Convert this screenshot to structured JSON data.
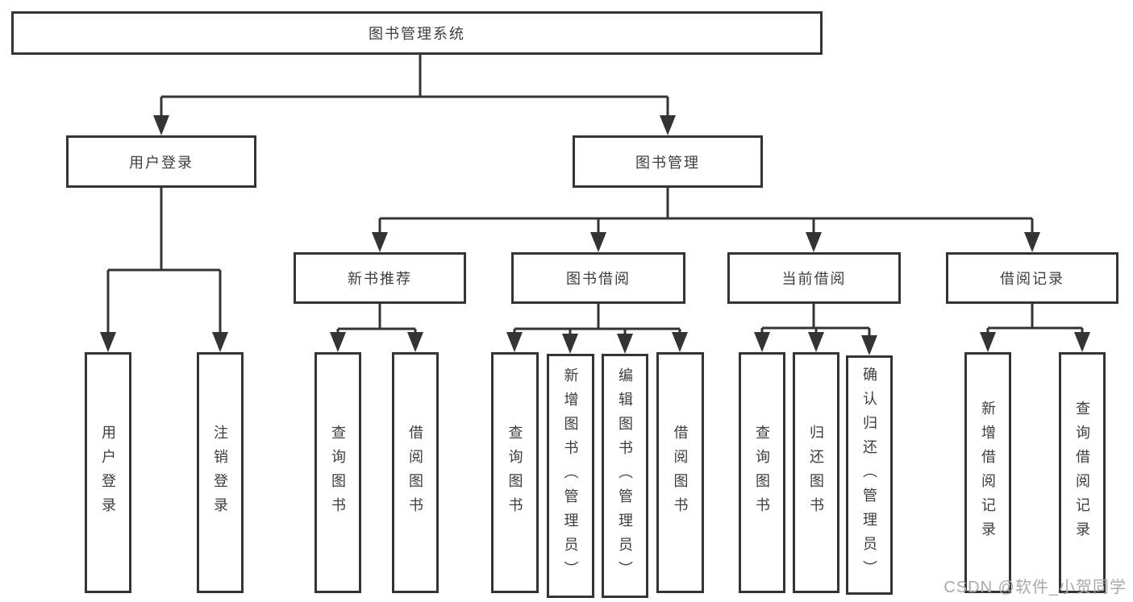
{
  "diagram_title": "图书管理系统",
  "colors": {
    "line": "#343434",
    "text": "#3d3d3d",
    "background": "#ffffff",
    "watermark": "#a9a9a9"
  },
  "tree": {
    "root": {
      "label": "图书管理系统",
      "children": [
        {
          "label": "用户登录",
          "children": [
            {
              "label": "用户登录"
            },
            {
              "label": "注销登录"
            }
          ]
        },
        {
          "label": "图书管理",
          "children": [
            {
              "label": "新书推荐",
              "children": [
                {
                  "label": "查询图书"
                },
                {
                  "label": "借阅图书"
                }
              ]
            },
            {
              "label": "图书借阅",
              "children": [
                {
                  "label": "查询图书"
                },
                {
                  "label": "新增图书（管理员）"
                },
                {
                  "label": "编辑图书（管理员）"
                },
                {
                  "label": "借阅图书"
                }
              ]
            },
            {
              "label": "当前借阅",
              "children": [
                {
                  "label": "查询图书"
                },
                {
                  "label": "归还图书"
                },
                {
                  "label": "确认归还（管理员）"
                }
              ]
            },
            {
              "label": "借阅记录",
              "children": [
                {
                  "label": "新增借阅记录"
                },
                {
                  "label": "查询借阅记录"
                }
              ]
            }
          ]
        }
      ]
    }
  },
  "watermark": "CSDN @软件_小贺同学"
}
